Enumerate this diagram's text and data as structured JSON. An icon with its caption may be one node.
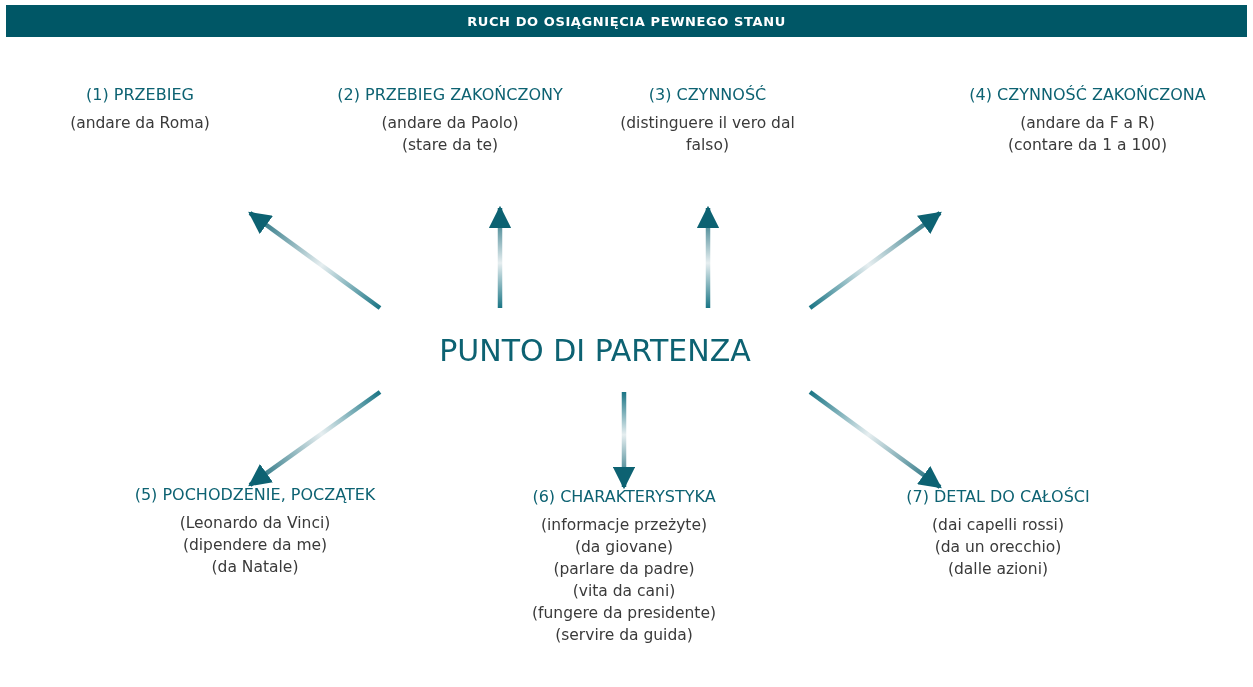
{
  "diagram": {
    "title": "RUCH DO OSIĄGNIĘCIA PEWNEGO STANU",
    "nodes": [
      {
        "text": [
          "(1) PRZEBIEG",
          "(andare da Roma)"
        ]
      },
      {
        "text": [
          "(2) PRZEBIEG ZAKOŃCZONY",
          "(andare da Paolo)",
          "(stare da te)"
        ]
      },
      {
        "text": [
          "(3) CZYNNOŚĆ",
          "(distinguere il vero dal falso)"
        ]
      },
      {
        "text": [
          "(4) CZYNNOŚĆ ZAKOŃCZONA",
          "(andare da F a R)",
          "(contare da 1 a 100)"
        ]
      },
      {
        "text": [
          "PUNTO DI PARTENZA"
        ]
      },
      {
        "text": [
          "(5) POCHODZENIE, POCZĄTEK",
          "(Leonardo da Vinci)",
          "(dipendere da me)",
          "(da Natale)"
        ]
      },
      {
        "text": [
          "(6) CHARAKTERYSTYKA",
          "(informacje przeżyte)",
          "(da giovane)",
          "(parlare da padre)",
          "(vita da cani)",
          "(fungere da presidente)",
          "(servire da guida)"
        ]
      },
      {
        "text": [
          "(7) DETAL DO CAŁOŚCI",
          "(dai capelli rossi)",
          "(da un orecchio)",
          "(dalle azioni)"
        ]
      }
    ],
    "edges": [
      {
        "from": 4,
        "to": 0,
        "arrow": "to"
      },
      {
        "from": 4,
        "to": 1,
        "arrow": "to"
      },
      {
        "from": 4,
        "to": 2,
        "arrow": "to"
      },
      {
        "from": 4,
        "to": 3,
        "arrow": "to"
      },
      {
        "from": 4,
        "to": 5,
        "arrow": "to"
      },
      {
        "from": 4,
        "to": 6,
        "arrow": "to"
      },
      {
        "from": 4,
        "to": 7,
        "arrow": "to"
      }
    ]
  }
}
